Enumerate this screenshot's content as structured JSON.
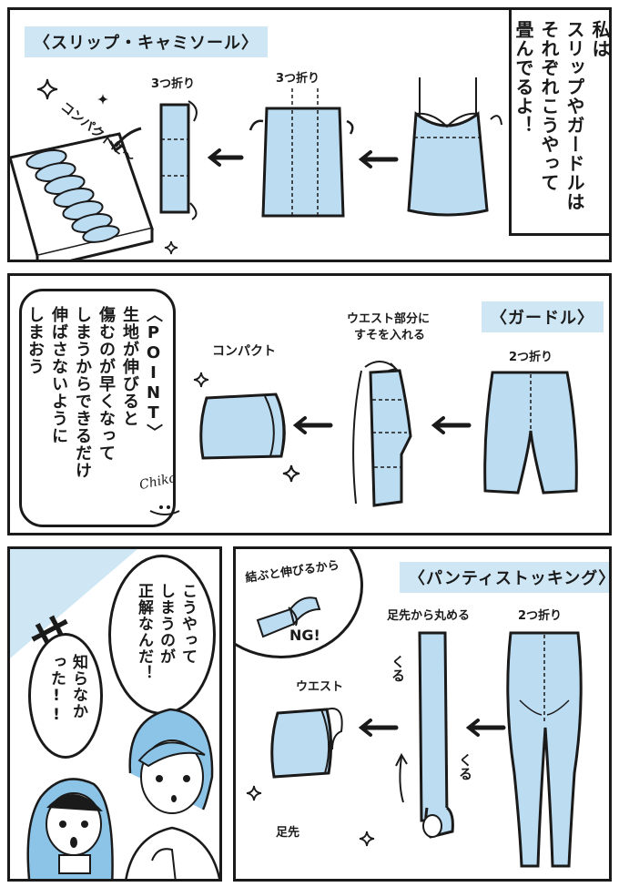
{
  "colors": {
    "garment": "#bcdcf2",
    "tag_bg": "#cfe7f5",
    "ink": "#1a1a1a",
    "hair_blue": "#8cc4e8"
  },
  "panel1": {
    "tag": "〈スリップ・キャミソール〉",
    "label_fold_small": "3つ折り",
    "label_fold_large": "3つ折り",
    "label_compact": "コンパクトに〜",
    "narration": [
      "私は",
      "スリップやガードルは",
      "それぞれこうやって",
      "畳んでるよ！"
    ]
  },
  "panel2": {
    "tag": "〈ガードル〉",
    "label_waist": [
      "ウエスト部分に",
      "すそを入れる"
    ],
    "label_fold": "2つ折り",
    "label_compact": "コンパクト",
    "point": [
      "〈POINT〉",
      "生地が伸びると",
      "傷むのが早くなって",
      "しまうからできるだけ",
      "伸ばさないように",
      "しまおう"
    ],
    "signature": "Chiko"
  },
  "panel3": {
    "sfx": "サ",
    "speech_right": [
      "こうやって",
      "しまうのが",
      "正解なんだ！"
    ],
    "speech_left": [
      "知らなか",
      "った!!"
    ]
  },
  "panel4": {
    "tag": "〈パンティストッキング〉",
    "ng_note": "結ぶと伸びるから",
    "ng_mark": "NG!",
    "label_roll": "足先から丸める",
    "label_fold": "2つ折り",
    "label_waist": "ウエスト",
    "label_toe": "足先",
    "sfx_kuru_top": "くる",
    "sfx_kuru_bottom": "くる"
  }
}
